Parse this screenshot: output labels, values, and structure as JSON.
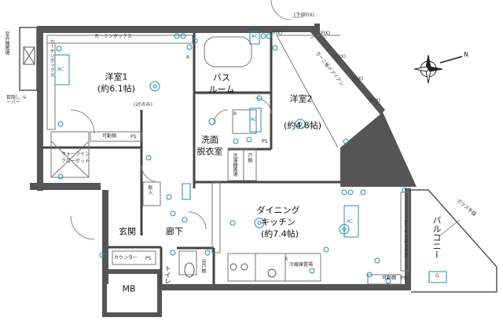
{
  "rooms": {
    "yoshitsu1": "洋室1",
    "yoshitsu1_size": "(約6.1帖)",
    "yoshitsu2": "洋室2",
    "yoshitsu2_size": "(約4.8帖)",
    "bath": "バス",
    "bath2": "ルーム",
    "senmen": "洗面",
    "datsui": "脱衣室",
    "dining": "ダイニング",
    "kitchen": "キッチン",
    "dining_size": "(約7.4帖)",
    "genkan": "玄関",
    "rouka": "廊下",
    "toilet": "トイレ",
    "balcony": "バルコニー",
    "mb": "MB",
    "walkin": "ウォークイン",
    "closet": "クローゼット",
    "kutsuire": "靴入"
  },
  "labels": {
    "curtain_box_top": "カーテンボックス",
    "curtain_box_left": "カーテンボックス",
    "curtain_box_right": "カーテンボックス",
    "fix_bottom": "(下部FIX)",
    "fix1": "(FIX)",
    "fix2": "(FIX)",
    "fix3": "(FIX)",
    "fix4": "(FIX)",
    "fix5": "(FIX)",
    "outdoor_unit": "室外機置場",
    "louver": "目隠し ルーバー",
    "nifloor": "(2Fのみ)",
    "kadoudana1": "可動棚",
    "kadoudana2": "可動棚",
    "ps1": "PS",
    "ps2": "PS",
    "ps3": "PS",
    "ps4": "PS",
    "counter": "カウンター",
    "washer": "洗濯機置場",
    "todana": "戸棚",
    "fridge": "冷蔵庫置場",
    "tsuridana": "吊戸棚",
    "garasu": "ガラス手摺",
    "corner_window": "ガーニ板ドアイアン",
    "ac1": "AC",
    "ac2": "AC",
    "ac3": "AC",
    "ac4": "AC",
    "r1": "R",
    "r2": "R",
    "r3": "R",
    "g1": "G"
  },
  "compass": {
    "north": "N"
  }
}
